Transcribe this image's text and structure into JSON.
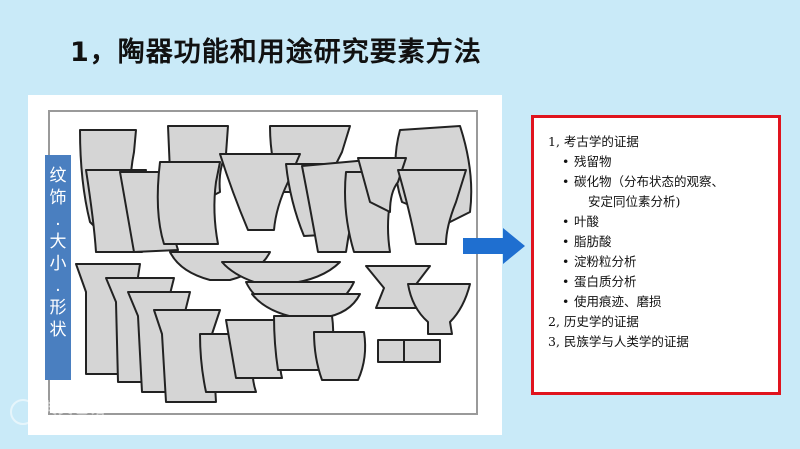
{
  "title": "1，陶器功能和用途研究要素方法",
  "vertical_label": [
    "纹",
    "饰",
    ".",
    "大",
    "小",
    ".",
    "形",
    "状"
  ],
  "panel": {
    "items": [
      {
        "text": "1, 考古学的证据",
        "level": 0
      },
      {
        "text": "残留物",
        "level": 1
      },
      {
        "text": "碳化物（分布状态的观察、",
        "level": 1
      },
      {
        "text": "安定同位素分析)",
        "level": 2
      },
      {
        "text": "叶酸",
        "level": 1
      },
      {
        "text": "脂肪酸",
        "level": 1
      },
      {
        "text": "淀粉粒分析",
        "level": 1
      },
      {
        "text": "蛋白质分析",
        "level": 1
      },
      {
        "text": "使用痕迹、磨损",
        "level": 1
      },
      {
        "text": "2, 历史学的证据",
        "level": 0
      },
      {
        "text": "3, 民族学与人类学的证据",
        "level": 0
      }
    ]
  },
  "watermark": {
    "name": "典贝艺诺",
    "sub": "MEDIART.COM"
  },
  "colors": {
    "background": "#c9eaf8",
    "label_bg": "#4a7fc0",
    "panel_border": "#e0141e",
    "arrow": "#1f6fd0",
    "pot_fill": "#d5d5d5"
  }
}
